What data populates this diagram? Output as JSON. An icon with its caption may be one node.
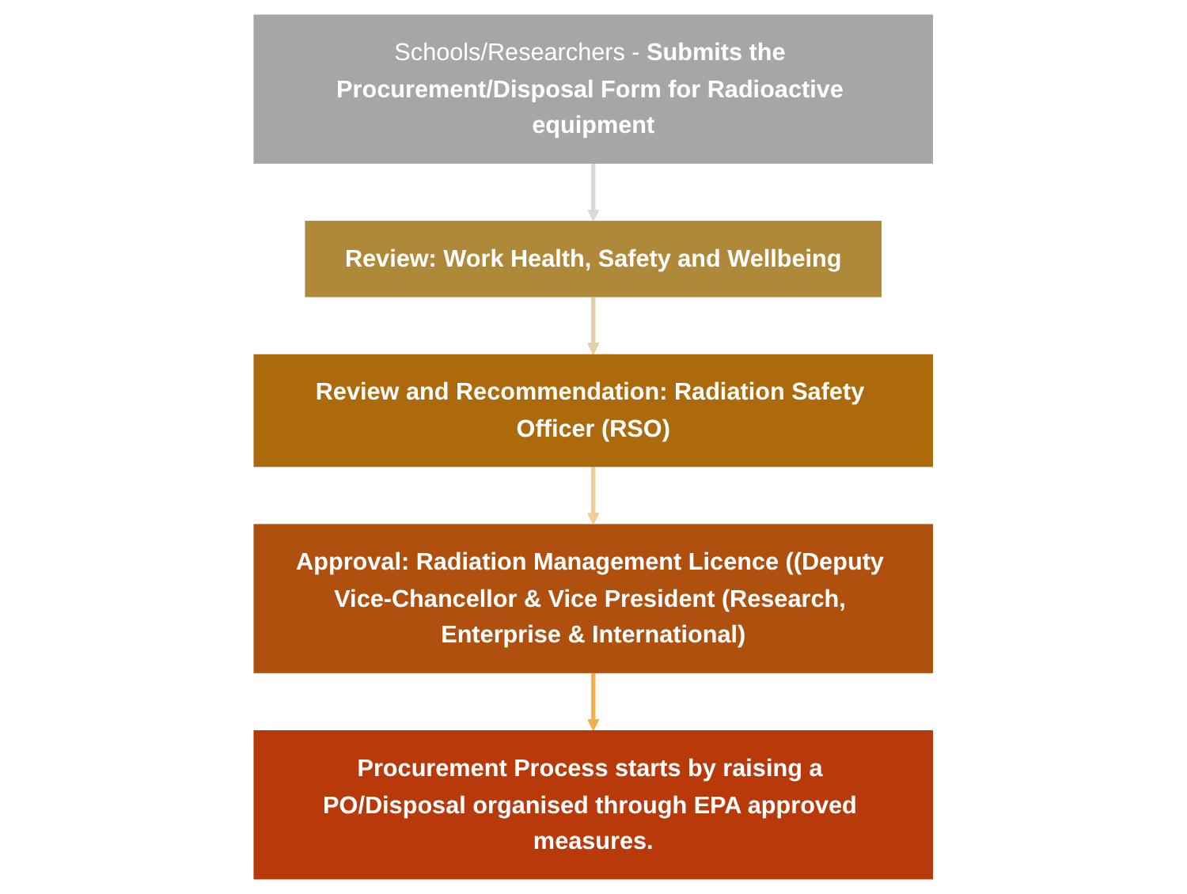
{
  "diagram": {
    "nodes": [
      {
        "text": [
          "Schools/Researchers - **Submits the Procurement/Disposal Form for Radioactive equipment**"
        ]
      },
      {
        "text": [
          "Review: Work Health, Safety and Wellbeing"
        ]
      },
      {
        "text": [
          "Review and Recommendation: Radiation Safety Officer (RSO)"
        ]
      },
      {
        "text": [
          "Approval: Radiation Management Licence ((Deputy Vice-Chancellor & Vice President (Research, Enterprise & International)"
        ]
      },
      {
        "text": [
          "Procurement Process starts by raising a PO/Disposal organised through EPA approved measures."
        ]
      }
    ],
    "edges": [
      {
        "from": 0,
        "to": 1,
        "arrow": "to",
        "color": "#d9d9d9"
      },
      {
        "from": 1,
        "to": 2,
        "arrow": "to",
        "color": "#e3cfa8"
      },
      {
        "from": 2,
        "to": 3,
        "arrow": "to",
        "color": "#efcf98"
      },
      {
        "from": 3,
        "to": 4,
        "arrow": "to",
        "color": "#f2b048"
      }
    ]
  }
}
